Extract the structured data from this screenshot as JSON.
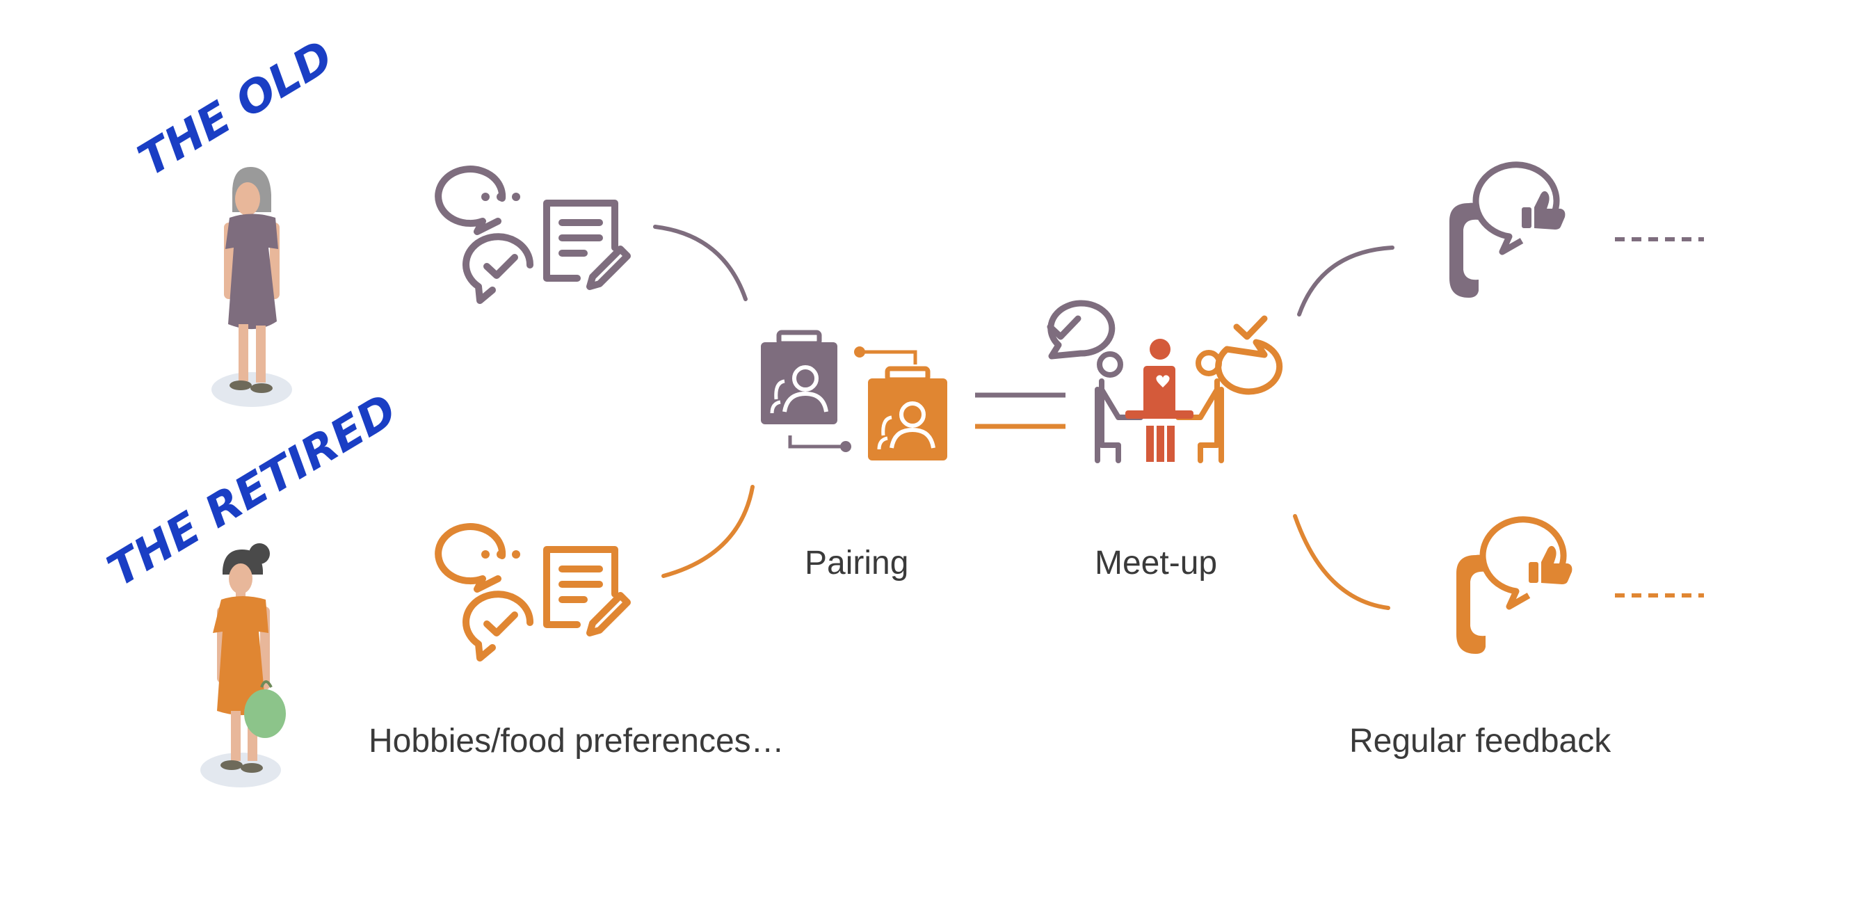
{
  "personas": {
    "old": "THE OLD",
    "retired": "THE RETIRED"
  },
  "steps": {
    "hobbies": "Hobbies/food preferences…",
    "pairing": "Pairing",
    "meetup": "Meet-up",
    "feedback": "Regular feedback"
  },
  "colors": {
    "purple": "#7e6d7e",
    "orange": "#e08632",
    "red": "#d45a3a",
    "persona_blue": "#1a3ec4",
    "label": "#3a3a3a",
    "skin": "#e8b79a",
    "hair_grey": "#9a9a9a",
    "hair_dark": "#4a4a4a",
    "bag_green": "#8cc48a",
    "shadow": "#e3e8ef"
  },
  "icons": {
    "figure_old": "elderly-woman-figure",
    "figure_retired": "retired-woman-figure",
    "chat_form": "chat-bubbles-form-icon",
    "pairing": "paired-profile-clipboards-icon",
    "meetup": "people-at-table-icon",
    "feedback": "phone-thumbs-up-icon"
  }
}
